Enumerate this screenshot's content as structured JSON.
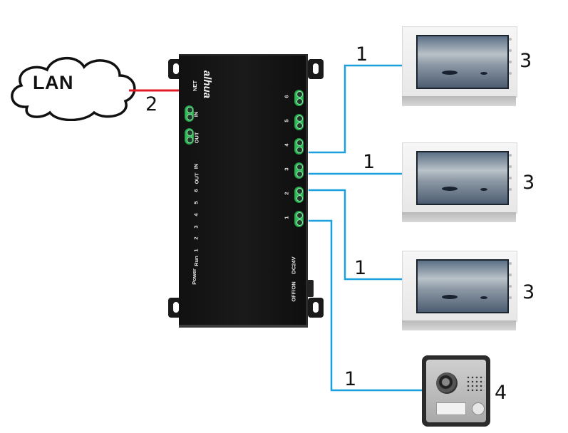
{
  "lan": {
    "label": "LAN"
  },
  "switch_box": {
    "brand": "alhua",
    "labels": {
      "net": "NET",
      "in": "IN",
      "out": "OUT",
      "power": "Power",
      "run": "Run",
      "led_1": "1",
      "led_2": "2",
      "led_3": "3",
      "led_4": "4",
      "led_5": "5",
      "led_6": "6",
      "led_out": "OUT",
      "led_in": "IN",
      "dc": "DC24V",
      "switch": "OFF/ON"
    },
    "ports": [
      {
        "label": "6"
      },
      {
        "label": "5"
      },
      {
        "label": "4"
      },
      {
        "label": "3"
      },
      {
        "label": "2"
      },
      {
        "label": "1"
      }
    ]
  },
  "callouts": {
    "lan_cable": "2",
    "cable_monitor_1": "1",
    "cable_monitor_2": "1",
    "cable_monitor_3": "1",
    "cable_door": "1",
    "monitor_1": "3",
    "monitor_2": "3",
    "monitor_3": "3",
    "door_station": "4"
  },
  "colors": {
    "lan_cable": "#e01b24",
    "device_cable": "#1aa0dc",
    "port_green": "#2fbf5a",
    "box_black": "#141414"
  }
}
